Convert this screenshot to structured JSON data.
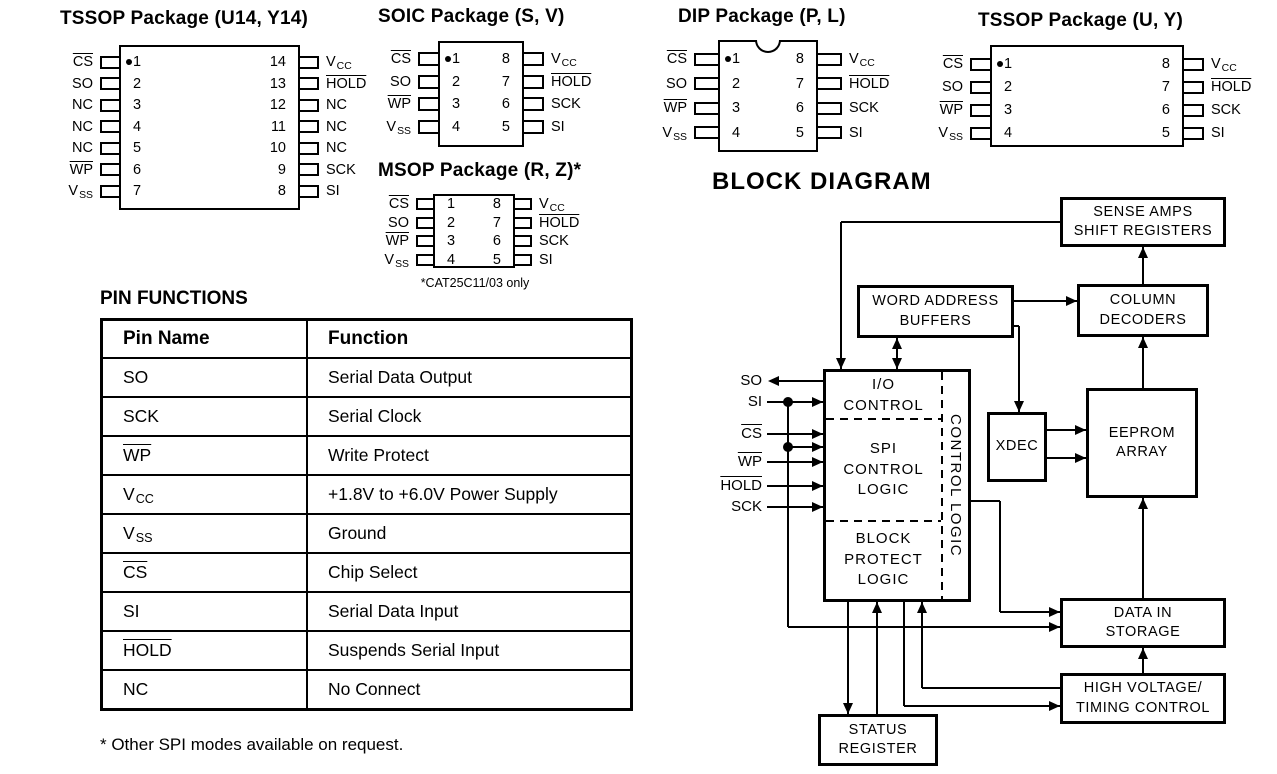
{
  "page": {
    "background": "#ffffff",
    "ink": "#000000"
  },
  "packages": [
    {
      "id": "tssop14",
      "title": "TSSOP Package (U14, Y14)",
      "left_pins": [
        {
          "num": "1",
          "label": {
            "t": "CS",
            "bar": true
          }
        },
        {
          "num": "2",
          "label": {
            "t": "SO"
          }
        },
        {
          "num": "3",
          "label": {
            "t": "NC"
          }
        },
        {
          "num": "4",
          "label": {
            "t": "NC"
          }
        },
        {
          "num": "5",
          "label": {
            "t": "NC"
          }
        },
        {
          "num": "6",
          "label": {
            "t": "WP",
            "bar": true
          }
        },
        {
          "num": "7",
          "label": {
            "t": "V",
            "sub": "SS"
          }
        }
      ],
      "right_pins": [
        {
          "num": "14",
          "label": {
            "t": "V",
            "sub": "CC"
          }
        },
        {
          "num": "13",
          "label": {
            "t": "HOLD",
            "bar": true
          }
        },
        {
          "num": "12",
          "label": {
            "t": "NC"
          }
        },
        {
          "num": "11",
          "label": {
            "t": "NC"
          }
        },
        {
          "num": "10",
          "label": {
            "t": "NC"
          }
        },
        {
          "num": "9",
          "label": {
            "t": "SCK"
          }
        },
        {
          "num": "8",
          "label": {
            "t": "SI"
          }
        }
      ]
    },
    {
      "id": "soic8",
      "title": "SOIC Package (S, V)",
      "left_pins": [
        {
          "num": "1",
          "label": {
            "t": "CS",
            "bar": true
          }
        },
        {
          "num": "2",
          "label": {
            "t": "SO"
          }
        },
        {
          "num": "3",
          "label": {
            "t": "WP",
            "bar": true
          }
        },
        {
          "num": "4",
          "label": {
            "t": "V",
            "sub": "SS"
          }
        }
      ],
      "right_pins": [
        {
          "num": "8",
          "label": {
            "t": "V",
            "sub": "CC"
          }
        },
        {
          "num": "7",
          "label": {
            "t": "HOLD",
            "bar": true
          }
        },
        {
          "num": "6",
          "label": {
            "t": "SCK"
          }
        },
        {
          "num": "5",
          "label": {
            "t": "SI"
          }
        }
      ]
    },
    {
      "id": "msop8",
      "title": "MSOP Package (R, Z)*",
      "footnote": "*CAT25C11/03 only",
      "left_pins": [
        {
          "num": "1",
          "label": {
            "t": "CS",
            "bar": true
          }
        },
        {
          "num": "2",
          "label": {
            "t": "SO"
          }
        },
        {
          "num": "3",
          "label": {
            "t": "WP",
            "bar": true
          }
        },
        {
          "num": "4",
          "label": {
            "t": "V",
            "sub": "SS"
          }
        }
      ],
      "right_pins": [
        {
          "num": "8",
          "label": {
            "t": "V",
            "sub": "CC"
          }
        },
        {
          "num": "7",
          "label": {
            "t": "HOLD",
            "bar": true
          }
        },
        {
          "num": "6",
          "label": {
            "t": "SCK"
          }
        },
        {
          "num": "5",
          "label": {
            "t": "SI"
          }
        }
      ]
    },
    {
      "id": "dip8",
      "title": "DIP Package (P, L)",
      "left_pins": [
        {
          "num": "1",
          "label": {
            "t": "CS",
            "bar": true
          }
        },
        {
          "num": "2",
          "label": {
            "t": "SO"
          }
        },
        {
          "num": "3",
          "label": {
            "t": "WP",
            "bar": true
          }
        },
        {
          "num": "4",
          "label": {
            "t": "V",
            "sub": "SS"
          }
        }
      ],
      "right_pins": [
        {
          "num": "8",
          "label": {
            "t": "V",
            "sub": "CC"
          }
        },
        {
          "num": "7",
          "label": {
            "t": "HOLD",
            "bar": true
          }
        },
        {
          "num": "6",
          "label": {
            "t": "SCK"
          }
        },
        {
          "num": "5",
          "label": {
            "t": "SI"
          }
        }
      ]
    },
    {
      "id": "tssop8",
      "title": "TSSOP Package (U, Y)",
      "left_pins": [
        {
          "num": "1",
          "label": {
            "t": "CS",
            "bar": true
          }
        },
        {
          "num": "2",
          "label": {
            "t": "SO"
          }
        },
        {
          "num": "3",
          "label": {
            "t": "WP",
            "bar": true
          }
        },
        {
          "num": "4",
          "label": {
            "t": "V",
            "sub": "SS"
          }
        }
      ],
      "right_pins": [
        {
          "num": "8",
          "label": {
            "t": "V",
            "sub": "CC"
          }
        },
        {
          "num": "7",
          "label": {
            "t": "HOLD",
            "bar": true
          }
        },
        {
          "num": "6",
          "label": {
            "t": "SCK"
          }
        },
        {
          "num": "5",
          "label": {
            "t": "SI"
          }
        }
      ]
    }
  ],
  "pin_functions": {
    "title": "PIN FUNCTIONS",
    "headers": [
      {
        "t": "Pin Name"
      },
      {
        "t": "Function"
      }
    ],
    "rows": [
      {
        "pin": {
          "t": "SO"
        },
        "function": "Serial Data Output"
      },
      {
        "pin": {
          "t": "SCK"
        },
        "function": "Serial Clock"
      },
      {
        "pin": {
          "t": "WP",
          "bar": true
        },
        "function": "Write Protect"
      },
      {
        "pin": {
          "t": "V",
          "sub": "CC"
        },
        "function": "+1.8V to +6.0V Power Supply"
      },
      {
        "pin": {
          "t": "V",
          "sub": "SS"
        },
        "function": "Ground"
      },
      {
        "pin": {
          "t": "CS",
          "bar": true
        },
        "function": "Chip Select"
      },
      {
        "pin": {
          "t": "SI"
        },
        "function": "Serial Data Input"
      },
      {
        "pin": {
          "t": "HOLD",
          "bar": true
        },
        "function": "Suspends Serial Input"
      },
      {
        "pin": {
          "t": "NC"
        },
        "function": "No Connect"
      }
    ],
    "footnote": "* Other SPI modes available on request."
  },
  "block_diagram": {
    "title": "BLOCK DIAGRAM",
    "blocks": [
      {
        "id": "sense_amps",
        "lines": [
          "SENSE AMPS",
          "SHIFT REGISTERS"
        ]
      },
      {
        "id": "word_address",
        "lines": [
          "WORD ADDRESS",
          "BUFFERS"
        ]
      },
      {
        "id": "column_decoders",
        "lines": [
          "COLUMN",
          "DECODERS"
        ]
      },
      {
        "id": "xdec",
        "lines": [
          "XDEC"
        ]
      },
      {
        "id": "eeprom",
        "lines": [
          "EEPROM",
          "ARRAY"
        ]
      },
      {
        "id": "data_in",
        "lines": [
          "DATA IN",
          "STORAGE"
        ]
      },
      {
        "id": "high_voltage",
        "lines": [
          "HIGH VOLTAGE/",
          "TIMING CONTROL"
        ]
      },
      {
        "id": "status_register",
        "lines": [
          "STATUS",
          "REGISTER"
        ]
      }
    ],
    "control": {
      "sections": [
        [
          "I/O",
          "CONTROL"
        ],
        [
          "SPI",
          "CONTROL",
          "LOGIC"
        ],
        [
          "BLOCK",
          "PROTECT",
          "LOGIC"
        ]
      ],
      "side_label": "CONTROL LOGIC"
    },
    "signals": [
      {
        "t": "SO"
      },
      {
        "t": "SI"
      },
      {
        "t": "CS",
        "bar": true
      },
      {
        "t": "WP",
        "bar": true
      },
      {
        "t": "HOLD",
        "bar": true
      },
      {
        "t": "SCK"
      }
    ]
  }
}
